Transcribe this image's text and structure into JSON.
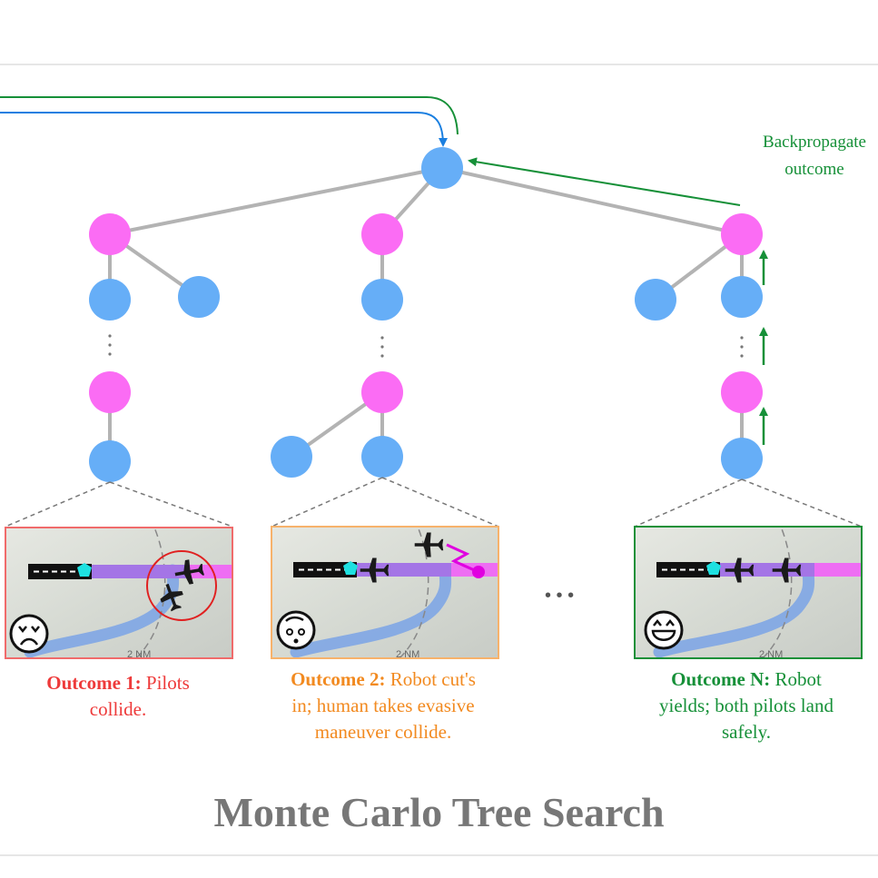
{
  "title": "Monte Carlo Tree Search",
  "backprop_label_line1": "Backpropagate",
  "backprop_label_line2": "outcome",
  "outcomes": [
    {
      "heading": "Outcome 1:",
      "text_line1": " Pilots",
      "text_line2": "collide.",
      "text_line3": "",
      "color": "#ee3a3a",
      "face": "crying-face"
    },
    {
      "heading": "Outcome 2:",
      "text_line1": " Robot cut's",
      "text_line2": "in; human takes evasive",
      "text_line3": "maneuver collide.",
      "color": "#f28a20",
      "face": "worried-face"
    },
    {
      "heading": "Outcome N:",
      "text_line1": " Robot",
      "text_line2": "yields; both pilots land",
      "text_line3": "safely.",
      "color": "#169038",
      "face": "laughing-face"
    }
  ],
  "map_scale_label": "2 NM",
  "ellipsis": "• • •",
  "colors": {
    "state_node": "#66aef7",
    "action_node": "#fb6cf4",
    "edge": "#b3b3b3",
    "backprop": "#169038",
    "selection": "#1a7fe0",
    "route": "#7aa3e6",
    "runway": "#a475e6"
  }
}
